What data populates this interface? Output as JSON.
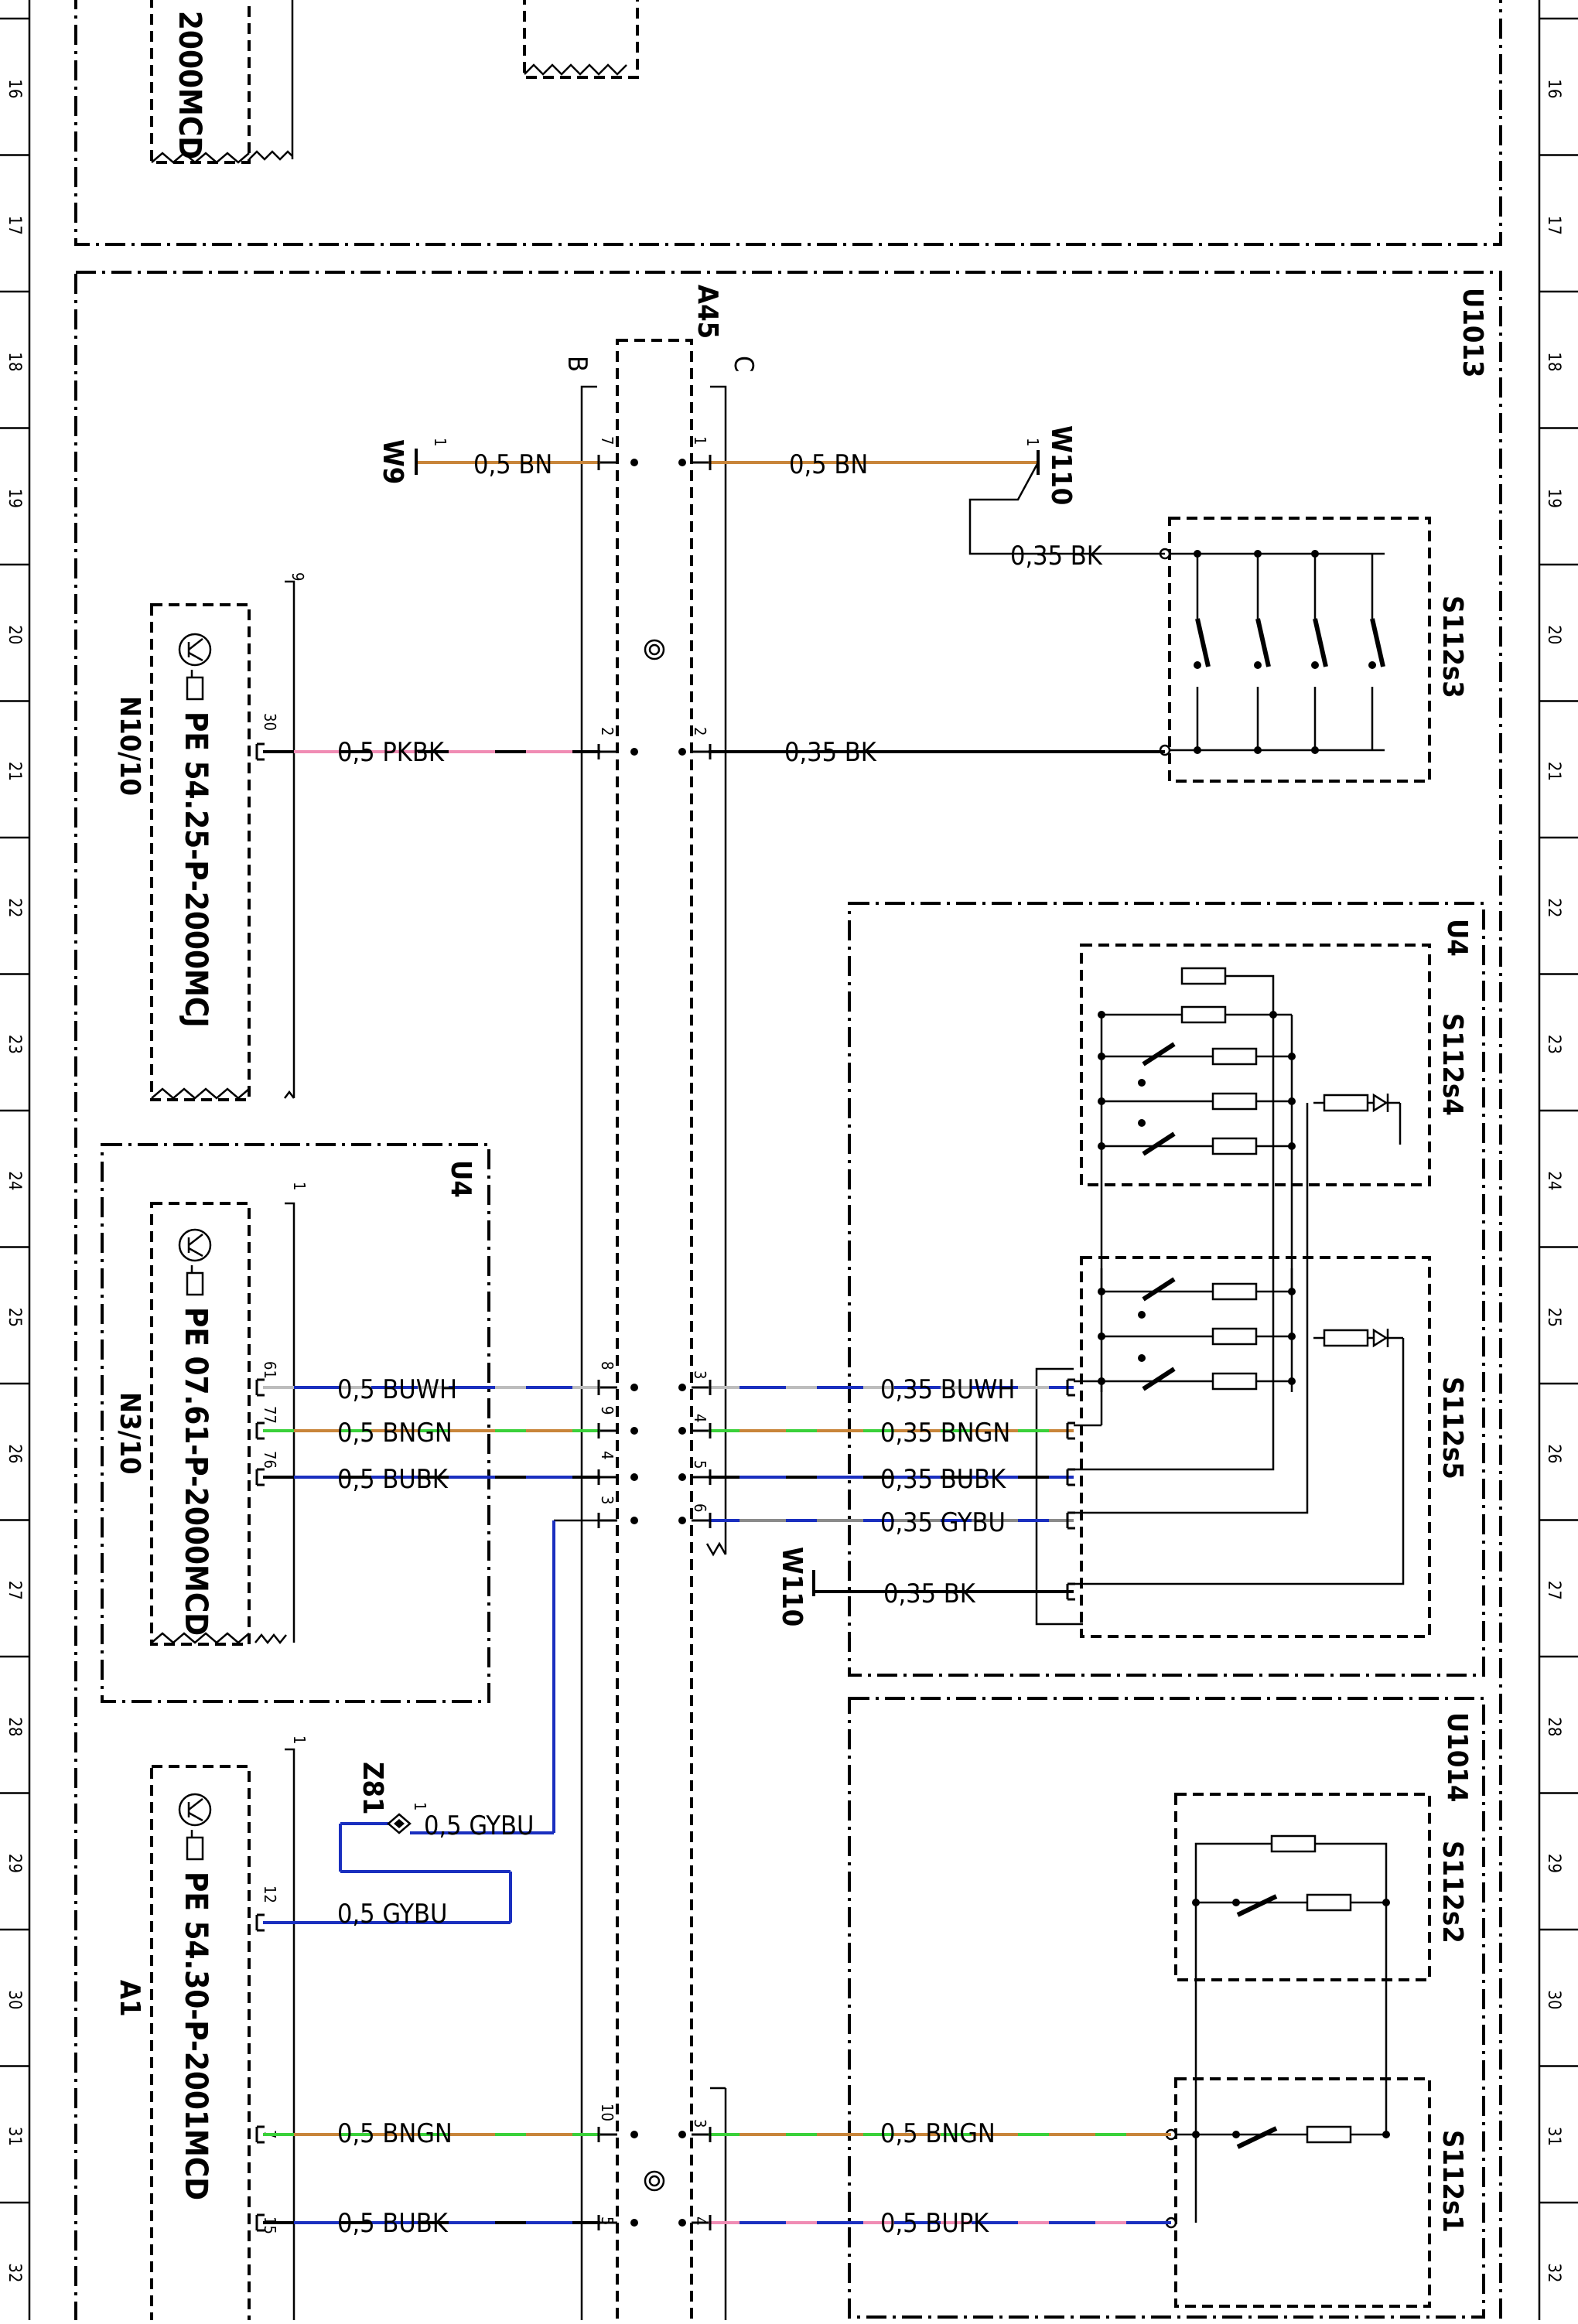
{
  "grid_numbers": [
    "16",
    "17",
    "18",
    "19",
    "20",
    "21",
    "22",
    "23",
    "24",
    "25",
    "26",
    "27",
    "28",
    "29",
    "30",
    "31",
    "32"
  ],
  "colors": {
    "BN": "#c8853a",
    "BK": "#000000",
    "PK": "#f08cb4",
    "BU": "#1a2fbf",
    "WH": "#bdbdbd",
    "GN": "#3ad13a",
    "GY": "#8a8a8a"
  },
  "components": {
    "top_label": "2000MCD",
    "n10": {
      "id": "N10/10",
      "pe": "PE 54.25-P-2000MCJ"
    },
    "n3": {
      "id": "N3/10",
      "pe": "PE 07.61-P-2000MCD"
    },
    "a1": {
      "id": "A1",
      "pe": "PE 54.30-P-2001MCD"
    },
    "a45": "A45",
    "b": "B",
    "c": "C",
    "u1013": "U1013",
    "u4_left": "U4",
    "u4_right": "U4",
    "u1014": "U1014",
    "w9": "W9",
    "w110_top": "W110",
    "w110_mid": "W110",
    "z81": "Z81",
    "s112s1": "S112s1",
    "s112s2": "S112s2",
    "s112s3": "S112s3",
    "s112s4": "S112s4",
    "s112s5": "S112s5"
  },
  "wires": {
    "w9": "0,5 BN",
    "w110_bn": "0,5 BN",
    "w110_bk": "0,35 BK",
    "n10_pkbk": "0,5 PKBK",
    "s3_bk": "0,35 BK",
    "n3_buwh": "0,5 BUWH",
    "n3_bngn": "0,5 BNGN",
    "n3_bubk": "0,5 BUBK",
    "u4_buwh": "0,35 BUWH",
    "u4_bngn": "0,35 BNGN",
    "u4_bubk": "0,35 BUBK",
    "u4_gybu": "0,35 GYBU",
    "u4_bk": "0,35 BK",
    "z81_gybu": "0,5 GYBU",
    "a1_gybu": "0,5 GYBU",
    "a1_bngn": "0,5 BNGN",
    "a1_bubk": "0,5 BUBK",
    "s1_bngn": "0,5 BNGN",
    "s1_bupk": "0,5 BUPK"
  },
  "pins": {
    "n10_9": "9",
    "n10_30": "30",
    "n3_1": "1",
    "n3_61": "61",
    "n3_77": "77",
    "n3_76": "76",
    "a1_1": "1",
    "a1_12": "12",
    "a1_7": "7",
    "a1_15": "15",
    "w9_1": "1",
    "w110_1": "1",
    "z81_1": "1",
    "b7": "7",
    "b2": "2",
    "b8": "8",
    "b9": "9",
    "b4": "4",
    "b3": "3",
    "b10": "10",
    "b5": "5",
    "c1": "1",
    "c2": "2",
    "c3": "3",
    "c4": "4",
    "c5": "5",
    "c6": "6",
    "c3b": "3",
    "c4b": "4"
  }
}
